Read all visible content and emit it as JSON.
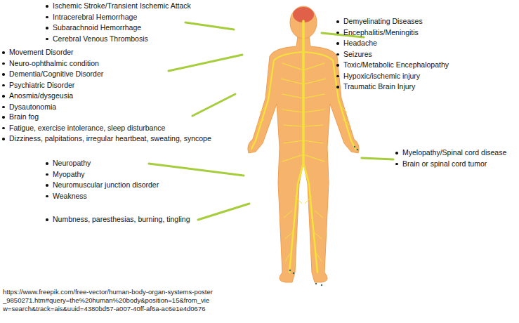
{
  "diagram": {
    "labels": [
      "Ischemic Stroke/Transient Ischemic Attack",
      "Intracerebral Hemorrhage",
      "Subarachnoid Hemorrhage",
      "Cerebral Venous Thrombosis",
      "Demyelinating Diseases",
      "Encephalitis/Meningitis",
      "Headache",
      "Seizures",
      "Toxic/Metabolic Encephalopathy",
      "Hypoxic/ischemic injury",
      "Traumatic Brain Injury",
      "Movement Disorder",
      "Neuro-ophthalmic  condition",
      "Dementia/Cognitive Disorder",
      "Psychiatric Disorder",
      "Anosmia/dysgeusia",
      "Dysautonomia",
      "Brain fog",
      "Fatigue, exercise intolerance, sleep disturbance",
      "Dizziness, palpitations, irregular heartbeat, sweating, syncope",
      "Neuropathy",
      "Myopathy",
      "Neuromuscular  junction disorder",
      "Weakness",
      "Numbness, paresthesias, burning, tingling",
      "Myelopathy/Spinal cord disease",
      "Brain or spinal cord tumor",
      "https://www.freepik.com/free-vector/human-body-organ-systems-poster_9850271.htm#query=the%20human%20body&position=15&from_view=search&track=ais&uuid=4380bd57-a007-40ff-af6a-ac6e1e4d0676"
    ]
  }
}
